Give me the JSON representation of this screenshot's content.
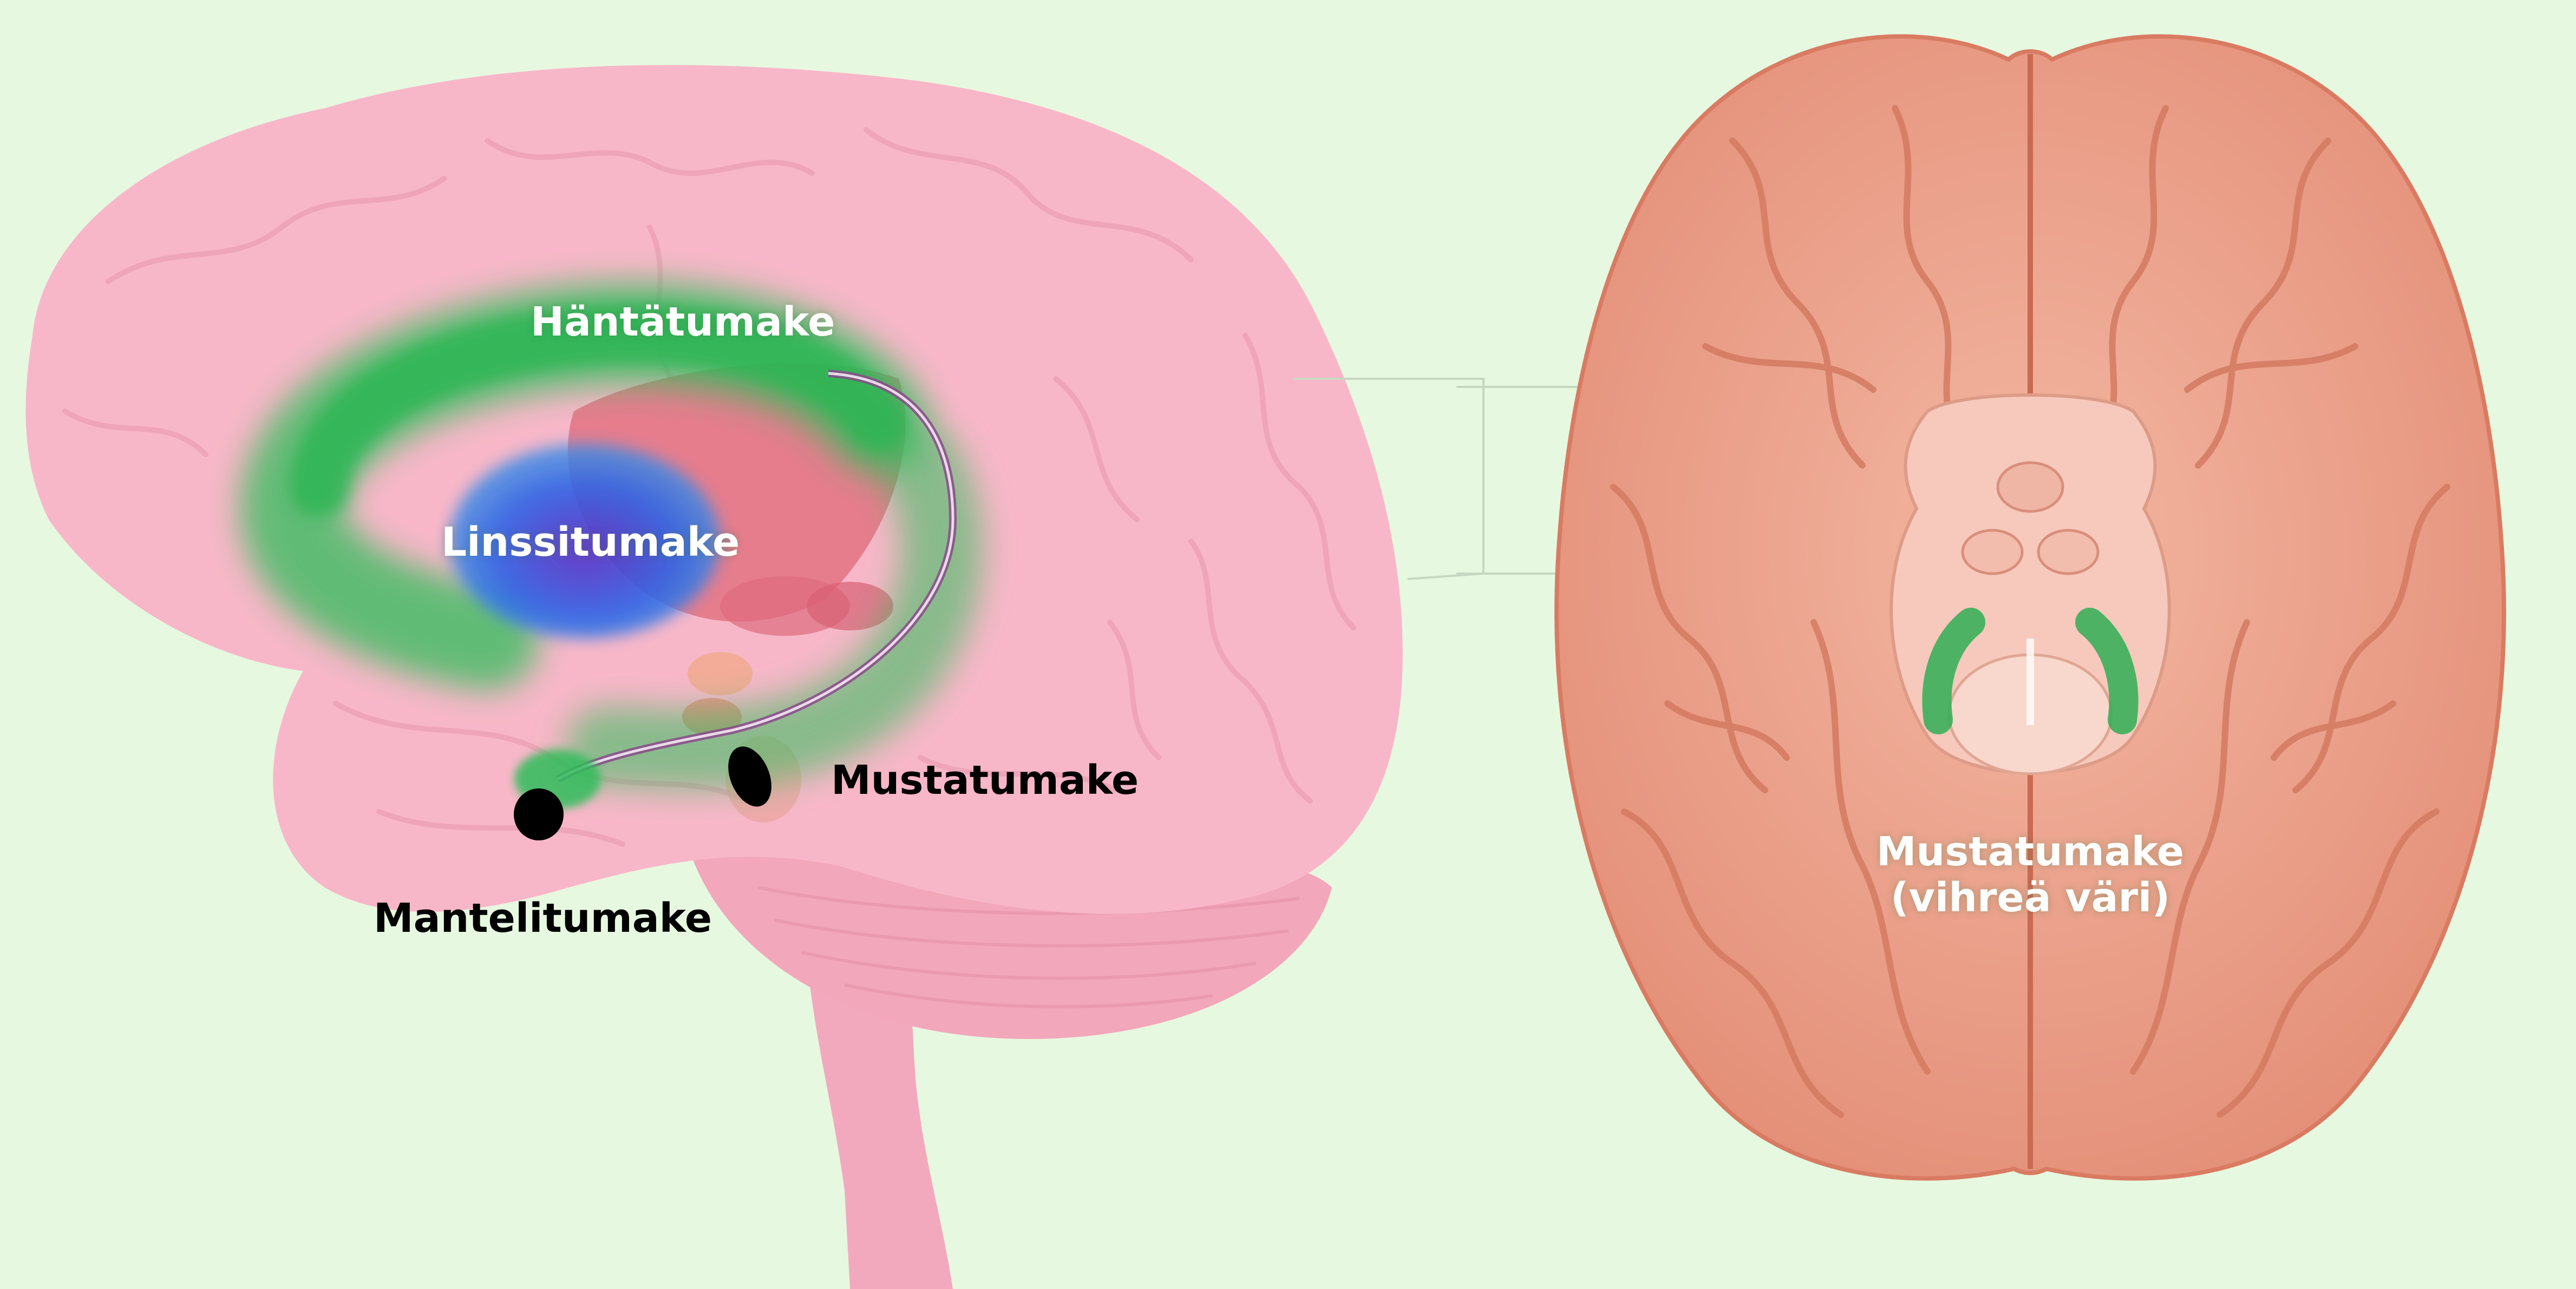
{
  "labels": {
    "caudate": "Häntätumake",
    "lentiform": "Linssitumake",
    "substantia_nigra_side": "Mustatumake",
    "amygdala": "Mantelitumake",
    "substantia_nigra_bottom_line1": "Mustatumake",
    "substantia_nigra_bottom_line2": "(vihreä väri)"
  },
  "colors": {
    "background": "#e7f8e0",
    "side_brain": "#f7b4c6",
    "bottom_brain": "#e99a84",
    "caudate_highlight": "#2fbd5a",
    "lentiform_highlight": "#2e63e6",
    "nigra_highlight": "#2fae55",
    "marker": "#000000"
  }
}
